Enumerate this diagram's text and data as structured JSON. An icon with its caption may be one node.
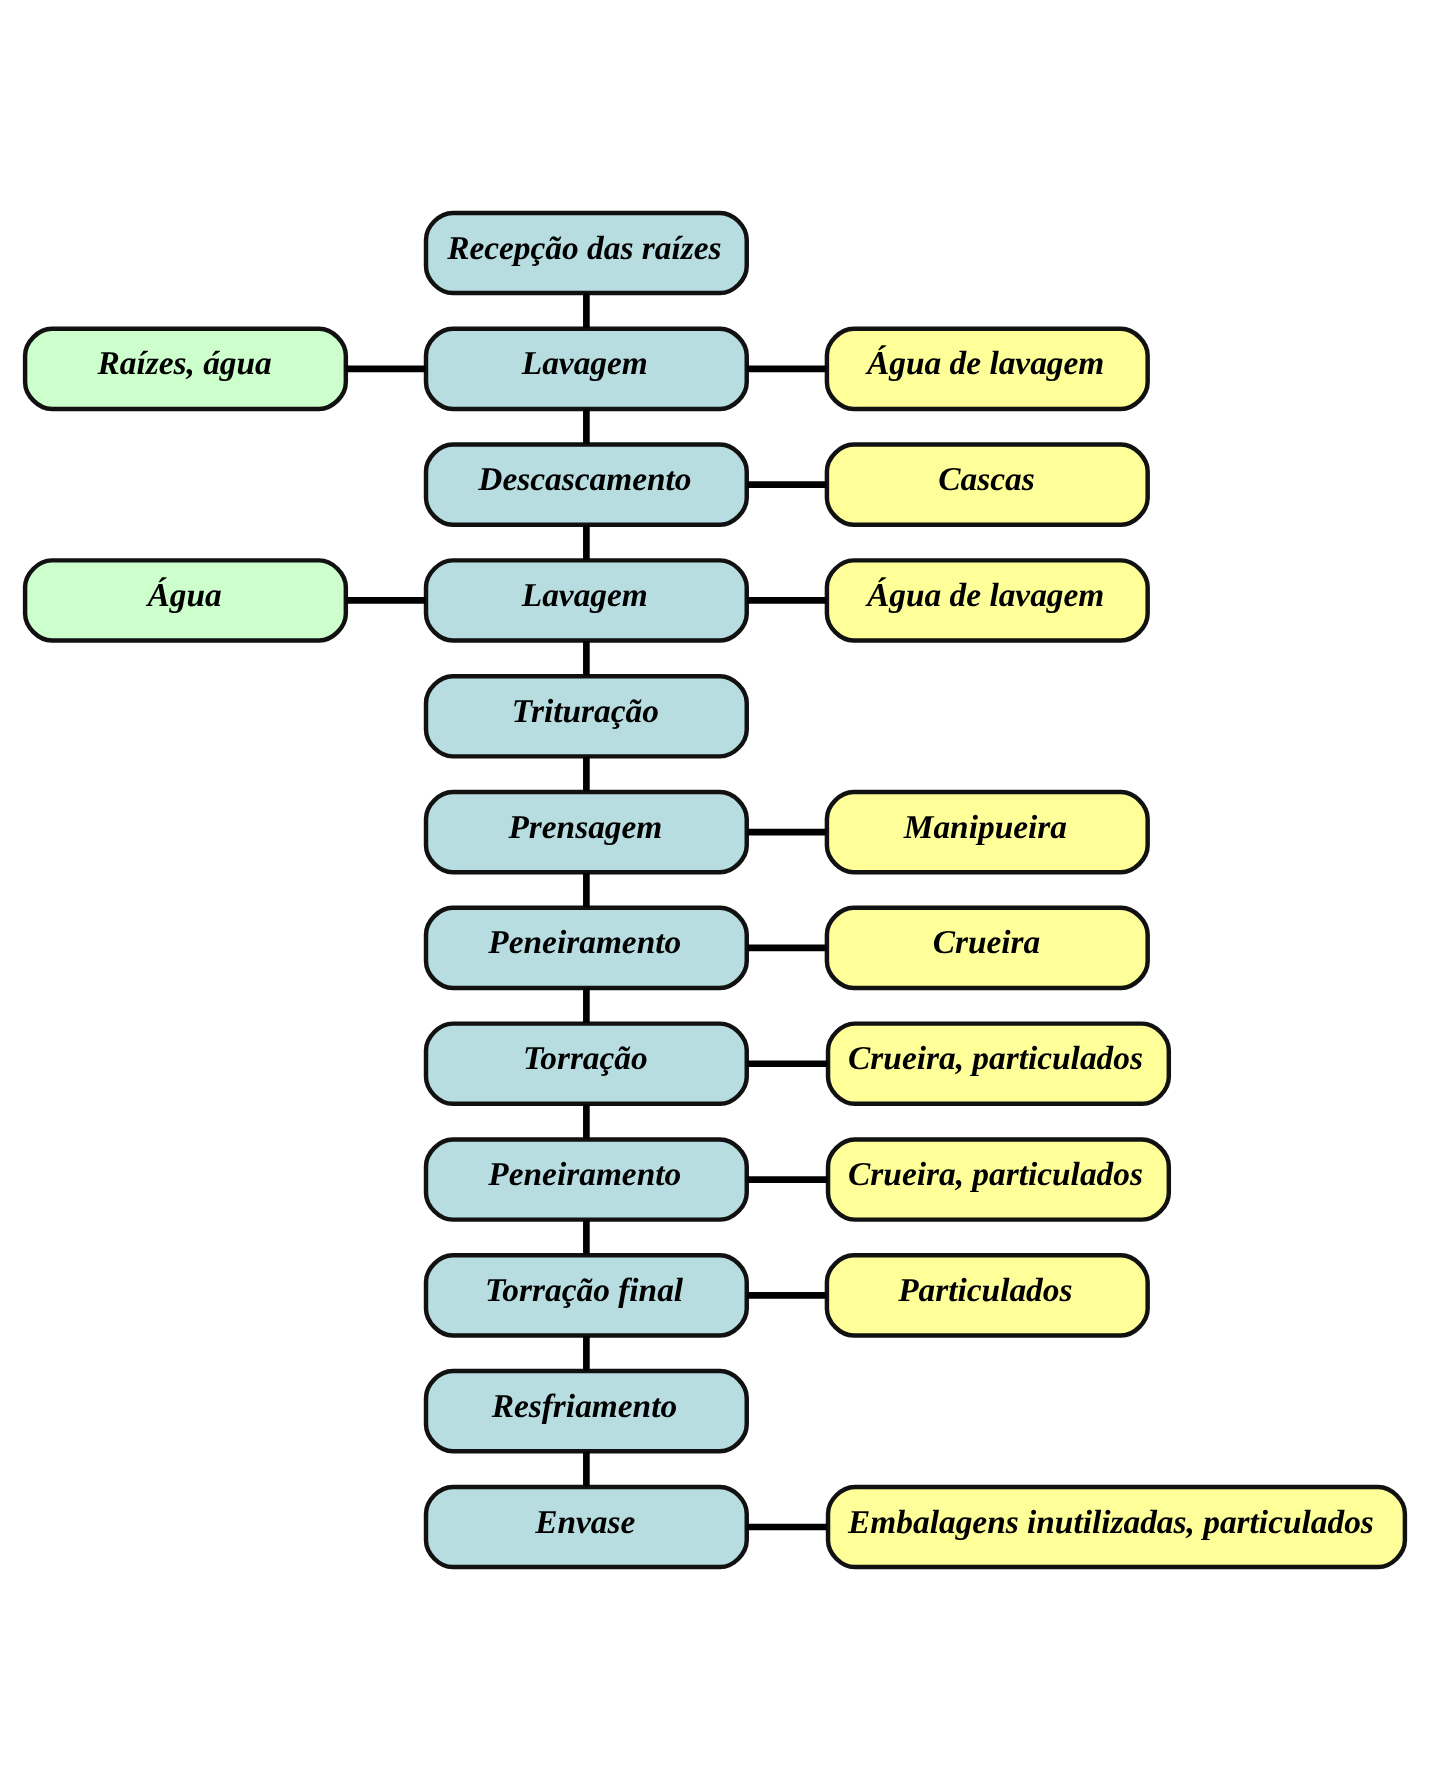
{
  "diagram": {
    "nodes": [
      {
        "text": [
          "Recepção das raízes"
        ]
      },
      {
        "text": [
          "Raízes, água"
        ]
      },
      {
        "text": [
          "Lavagem"
        ]
      },
      {
        "text": [
          "Água de lavagem"
        ]
      },
      {
        "text": [
          "Descascamento"
        ]
      },
      {
        "text": [
          "Cascas"
        ]
      },
      {
        "text": [
          "Água"
        ]
      },
      {
        "text": [
          "Lavagem"
        ]
      },
      {
        "text": [
          "Água de lavagem"
        ]
      },
      {
        "text": [
          "Trituração"
        ]
      },
      {
        "text": [
          "Prensagem"
        ]
      },
      {
        "text": [
          "Manipueira"
        ]
      },
      {
        "text": [
          "Peneiramento"
        ]
      },
      {
        "text": [
          "Crueira"
        ]
      },
      {
        "text": [
          "Torração"
        ]
      },
      {
        "text": [
          "Crueira, particulados"
        ]
      },
      {
        "text": [
          "Peneiramento"
        ]
      },
      {
        "text": [
          "Crueira, particulados"
        ]
      },
      {
        "text": [
          "Torração final"
        ]
      },
      {
        "text": [
          "Particulados"
        ]
      },
      {
        "text": [
          "Resfriamento"
        ]
      },
      {
        "text": [
          "Envase"
        ]
      },
      {
        "text": [
          "Embalagens inutilizadas, particulados"
        ]
      }
    ],
    "edges": [
      {
        "from": 0,
        "to": 2,
        "arrow": "none"
      },
      {
        "from": 1,
        "to": 2,
        "arrow": "none"
      },
      {
        "from": 2,
        "to": 3,
        "arrow": "none"
      },
      {
        "from": 2,
        "to": 4,
        "arrow": "none"
      },
      {
        "from": 4,
        "to": 5,
        "arrow": "none"
      },
      {
        "from": 4,
        "to": 7,
        "arrow": "none"
      },
      {
        "from": 6,
        "to": 7,
        "arrow": "none"
      },
      {
        "from": 7,
        "to": 8,
        "arrow": "none"
      },
      {
        "from": 7,
        "to": 9,
        "arrow": "none"
      },
      {
        "from": 9,
        "to": 10,
        "arrow": "none"
      },
      {
        "from": 10,
        "to": 11,
        "arrow": "none"
      },
      {
        "from": 10,
        "to": 12,
        "arrow": "none"
      },
      {
        "from": 12,
        "to": 13,
        "arrow": "none"
      },
      {
        "from": 12,
        "to": 14,
        "arrow": "none"
      },
      {
        "from": 14,
        "to": 15,
        "arrow": "none"
      },
      {
        "from": 14,
        "to": 16,
        "arrow": "none"
      },
      {
        "from": 16,
        "to": 17,
        "arrow": "none"
      },
      {
        "from": 16,
        "to": 18,
        "arrow": "none"
      },
      {
        "from": 18,
        "to": 19,
        "arrow": "none"
      },
      {
        "from": 18,
        "to": 20,
        "arrow": "none"
      },
      {
        "from": 20,
        "to": 21,
        "arrow": "none"
      },
      {
        "from": 21,
        "to": 22,
        "arrow": "none"
      }
    ]
  }
}
